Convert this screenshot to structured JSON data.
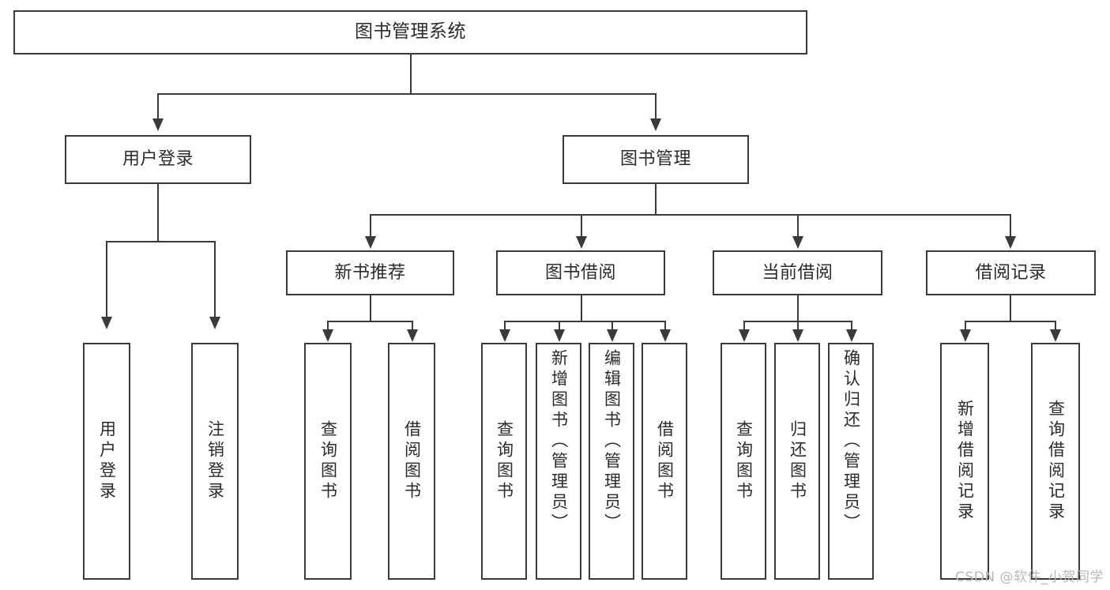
{
  "diagram": {
    "type": "tree",
    "title": "图书管理系统",
    "watermark": "CSDN @软件_小贺同学",
    "root": {
      "label": "图书管理系统"
    },
    "level2": [
      {
        "label": "用户登录"
      },
      {
        "label": "图书管理"
      }
    ],
    "level3": [
      {
        "label": "新书推荐"
      },
      {
        "label": "图书借阅"
      },
      {
        "label": "当前借阅"
      },
      {
        "label": "借阅记录"
      }
    ],
    "leaves": {
      "user_login": [
        {
          "label": "用户登录"
        },
        {
          "label": "注销登录"
        }
      ],
      "new_book_recommend": [
        {
          "label": "查询图书"
        },
        {
          "label": "借阅图书"
        }
      ],
      "book_borrow": [
        {
          "label": "查询图书"
        },
        {
          "label": "新增图书（管理员）"
        },
        {
          "label": "编辑图书（管理员）"
        },
        {
          "label": "借阅图书"
        }
      ],
      "current_borrow": [
        {
          "label": "查询图书"
        },
        {
          "label": "归还图书"
        },
        {
          "label": "确认归还（管理员）"
        }
      ],
      "borrow_record": [
        {
          "label": "新增借阅记录"
        },
        {
          "label": "查询借阅记录"
        }
      ]
    },
    "colors": {
      "stroke": "#3a3a3a",
      "fill": "#ffffff",
      "text": "#2b2b2b",
      "watermark": "#b9b9b9"
    }
  }
}
